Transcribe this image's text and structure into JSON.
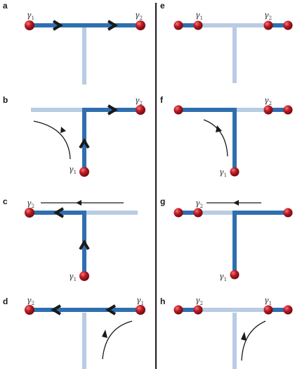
{
  "colors": {
    "active_wire": "#2f6fb0",
    "inactive_wire": "#b9cce3",
    "majorana": "#b5121b",
    "chevron": "#1a1a1a",
    "divider": "#1a1a1a"
  },
  "labels": {
    "gamma_symbol": "γ",
    "sub_1": "1",
    "sub_2": "2"
  },
  "panels": [
    {
      "id": "a",
      "label": "a"
    },
    {
      "id": "b",
      "label": "b"
    },
    {
      "id": "c",
      "label": "c"
    },
    {
      "id": "d",
      "label": "d"
    },
    {
      "id": "e",
      "label": "e"
    },
    {
      "id": "f",
      "label": "f"
    },
    {
      "id": "g",
      "label": "g"
    },
    {
      "id": "h",
      "label": "h"
    }
  ]
}
